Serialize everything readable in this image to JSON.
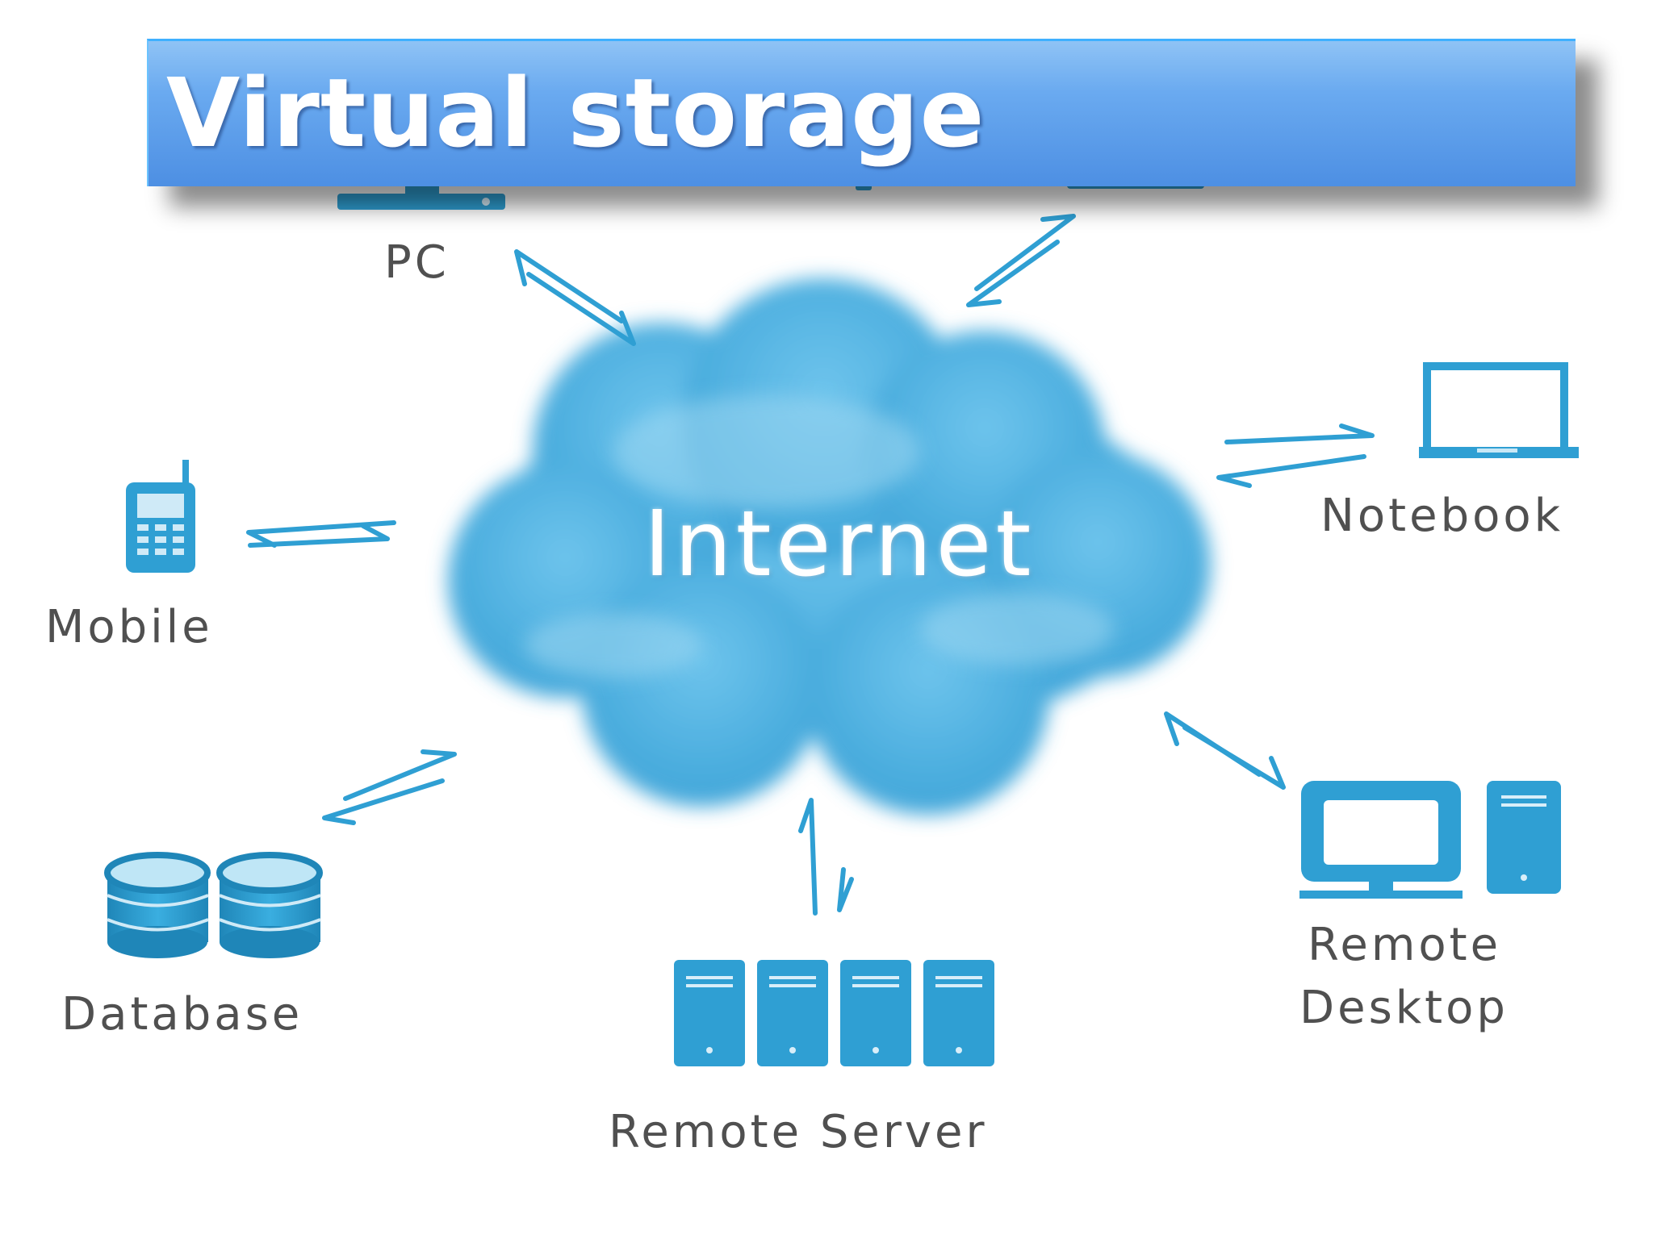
{
  "title": "Virtual storage",
  "cloud": {
    "label": "Internet"
  },
  "nodes": {
    "pc": {
      "label": "PC",
      "icon": "pc-icon"
    },
    "mobile": {
      "label": "Mobile",
      "icon": "mobile-phone-icon"
    },
    "notebook": {
      "label": "Notebook",
      "icon": "laptop-icon"
    },
    "database": {
      "label": "Database",
      "icon": "database-icon"
    },
    "remote_server": {
      "label": "Remote Server",
      "icon": "server-rack-icon"
    },
    "remote_desktop": {
      "label_line1": "Remote",
      "label_line2": "Desktop",
      "icon": "desktop-computer-icon"
    },
    "top_device": {
      "icon": "device-icon"
    }
  },
  "colors": {
    "icon_blue": "#2f9fd3",
    "cloud_blue": "#4fb3e3",
    "title_bar": "#5b9de8",
    "label_gray": "#505050"
  }
}
